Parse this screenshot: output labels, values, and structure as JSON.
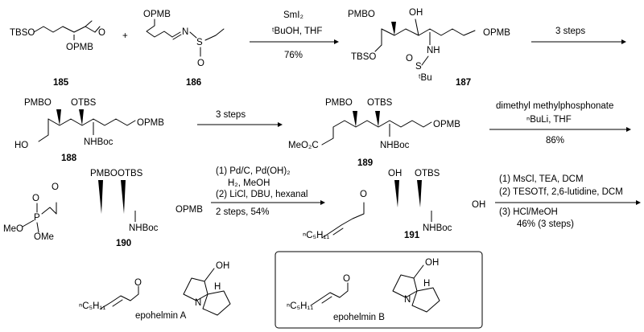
{
  "scheme": {
    "plus": "+"
  },
  "c185": {
    "tbso": "TBSO",
    "o": "O",
    "opmb": "OPMB",
    "number": "185"
  },
  "c186": {
    "opmb": "OPMB",
    "n": "N",
    "s": "S",
    "o": "O",
    "number": "186"
  },
  "c187": {
    "pmbo": "PMBO",
    "oh": "OH",
    "tbso": "TBSO",
    "nh": "NH",
    "o": "O",
    "s": "S",
    "tbu": "ᵗBu",
    "opmb": "OPMB",
    "number": "187"
  },
  "c188": {
    "pmbo": "PMBO",
    "otbs": "OTBS",
    "ho": "HO",
    "nhboc": "NHBoc",
    "opmb": "OPMB",
    "number": "188"
  },
  "c189": {
    "pmbo": "PMBO",
    "otbs": "OTBS",
    "meo2c": "MeO₂C",
    "nhboc": "NHBoc",
    "opmb": "OPMB",
    "number": "189"
  },
  "c190": {
    "pmbo": "PMBO",
    "otbs": "OTBS",
    "o": "O",
    "keto": "O",
    "p": "P",
    "meo": "MeO",
    "ome": "OMe",
    "nhboc": "NHBoc",
    "opmb": "OPMB",
    "number": "190"
  },
  "c191": {
    "oh": "OH",
    "otbs": "OTBS",
    "keto": "O",
    "c5h11": "ⁿC₅H₁₁",
    "nhboc": "NHBoc",
    "oh2": "OH",
    "number": "191"
  },
  "epoA": {
    "keto": "O",
    "c5h11": "ⁿC₅H₁₁",
    "oh": "OH",
    "n": "N",
    "h": "H",
    "name": "epohelmin A"
  },
  "epoB": {
    "keto": "O",
    "c5h11": "ⁿC₅H₁₁",
    "oh": "OH",
    "n": "N",
    "h": "H",
    "name": "epohelmin B"
  },
  "arrows": {
    "a1": {
      "line1": "SmI₂",
      "line2": "ᵗBuOH, THF",
      "yield": "76%"
    },
    "a2": {
      "line1": "3 steps"
    },
    "a3": {
      "line1": "3 steps"
    },
    "a4": {
      "line1": "dimethyl methylphosphonate",
      "line2": "ⁿBuLi, THF",
      "yield": "86%"
    },
    "a5": {
      "line1": "(1) Pd/C, Pd(OH)₂",
      "line2": "H₂, MeOH",
      "line3": "(2) LiCl, DBU, hexanal",
      "yield": "2 steps, 54%"
    },
    "a6": {
      "line1": "(1) MsCl, TEA, DCM",
      "line2": "(2) TESOTf, 2,6-lutidine, DCM",
      "line3": "(3) HCl/MeOH",
      "yield": "46% (3 steps)"
    }
  }
}
